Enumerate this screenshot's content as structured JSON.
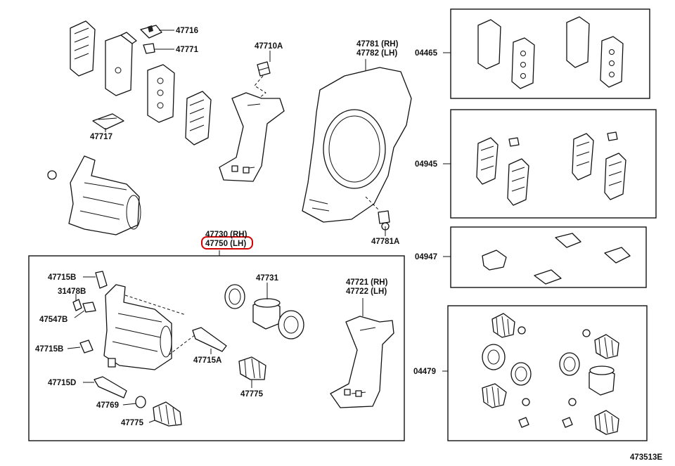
{
  "labels": {
    "l47716": "47716",
    "l47771": "47771",
    "l47717": "47717",
    "l47710A": "47710A",
    "l47781rh": "47781 (RH)",
    "l47782lh": "47782 (LH)",
    "l47781A": "47781A",
    "l47730rh": "47730 (RH)",
    "l47750lh": "47750 (LH)",
    "l47715B_1": "47715B",
    "l31478B": "31478B",
    "l47547B": "47547B",
    "l47715B_2": "47715B",
    "l47715D": "47715D",
    "l47769": "47769",
    "l47775_1": "47775",
    "l47731": "47731",
    "l47715A": "47715A",
    "l47775_2": "47775",
    "l47721rh": "47721 (RH)",
    "l47722lh": "47722 (LH)",
    "l04465": "04465",
    "l04945": "04945",
    "l04947": "04947",
    "l04479": "04479",
    "figure_code": "473513E"
  },
  "highlight_color": "#d40000"
}
